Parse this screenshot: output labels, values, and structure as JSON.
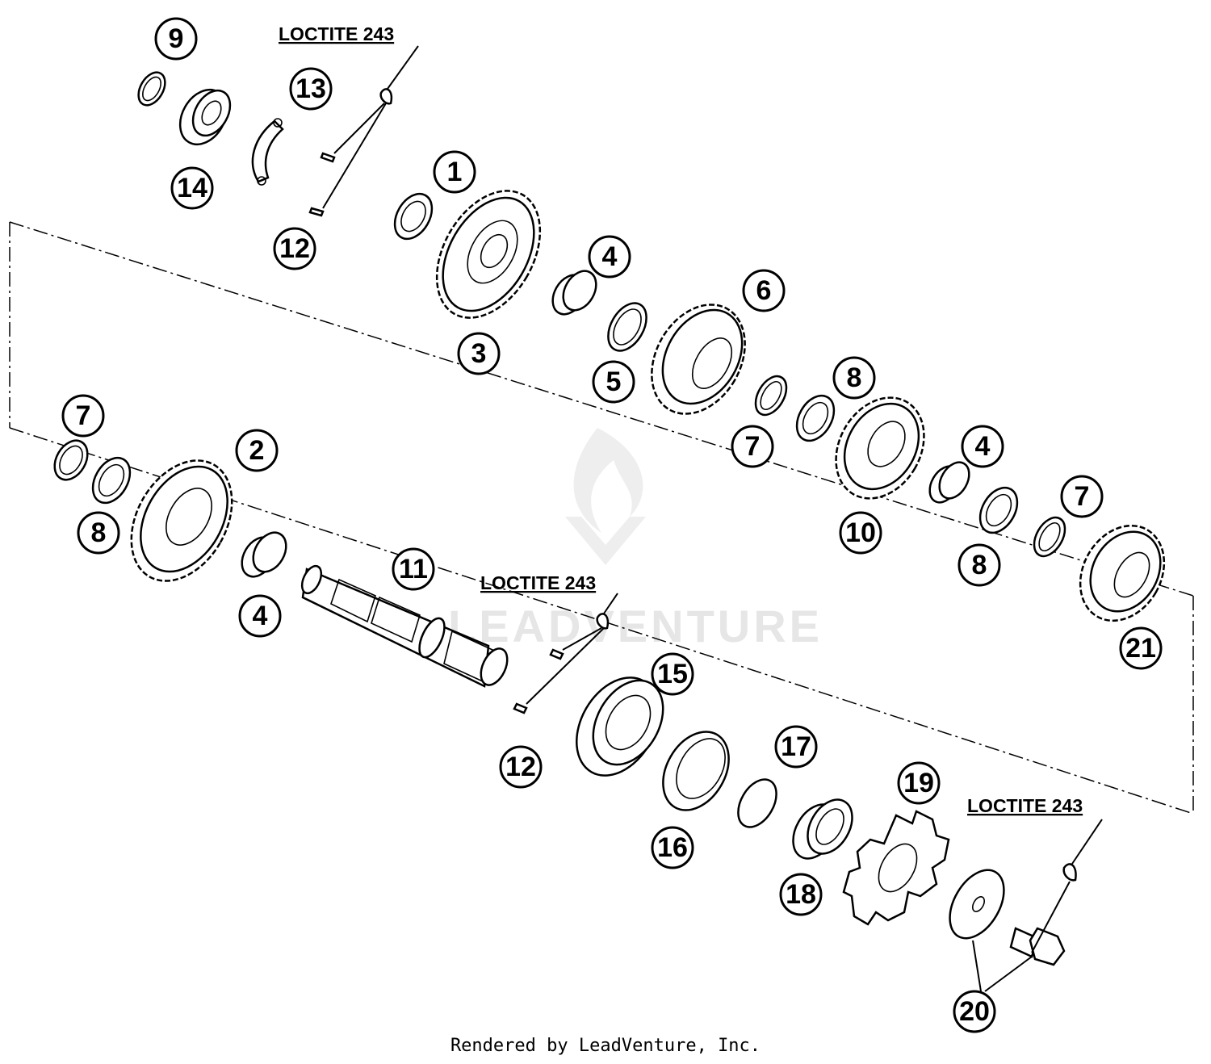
{
  "watermark": "LEADVENTURE",
  "footer": "Rendered by LeadVenture, Inc.",
  "loctite_labels": [
    "LOCTITE 243",
    "LOCTITE 243",
    "LOCTITE 243"
  ],
  "callouts": [
    "9",
    "13",
    "14",
    "12",
    "1",
    "3",
    "4",
    "5",
    "6",
    "7",
    "8",
    "10",
    "4",
    "8",
    "7",
    "21",
    "7",
    "2",
    "8",
    "4",
    "11",
    "12",
    "15",
    "16",
    "17",
    "18",
    "19",
    "20"
  ]
}
